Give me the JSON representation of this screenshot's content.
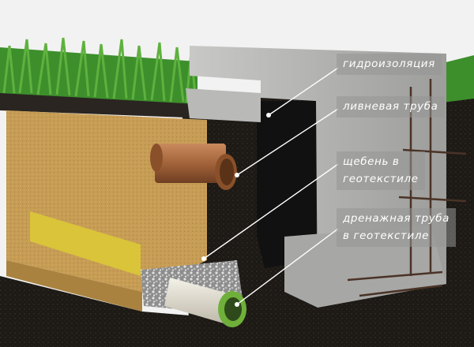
{
  "labels": {
    "waterproofing": "гидроизоляция",
    "storm_pipe": "ливневая труба",
    "gravel_line1": "щебень в",
    "gravel_line2": "геотекстиле",
    "drain_line1": "дренажная труба",
    "drain_line2": "в геотекстиле"
  },
  "colors": {
    "soil": "#1d1a16",
    "sand": "#c79d55",
    "concrete": "#b4b4b2",
    "grass": "#3d8f2c",
    "storm_pipe": "#a3643b",
    "drain_pipe_ring": "#6fb03a",
    "geotextile": "#d9c43a",
    "callout_bg": "#9a9a9a"
  }
}
